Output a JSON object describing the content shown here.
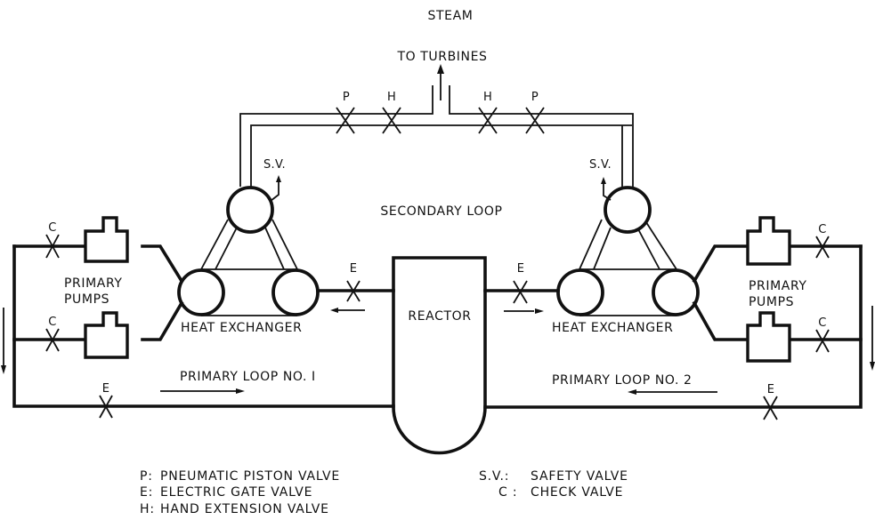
{
  "diagram": {
    "type": "nuclear-reactor-coolant-schematic",
    "labels": {
      "steam_line1": "STEAM",
      "steam_line2": "TO TURBINES",
      "secondary_loop": "SECONDARY LOOP",
      "reactor": "REACTOR",
      "primary_loop_1": "PRIMARY  LOOP  NO. I",
      "primary_loop_2": "PRIMARY  LOOP  NO. 2",
      "heat_exchanger_left": "HEAT  EXCHANGER",
      "heat_exchanger_right": "HEAT  EXCHANGER",
      "primary_pumps_left_line1": "PRIMARY",
      "primary_pumps_left_line2": "PUMPS",
      "primary_pumps_right_line1": "PRIMARY",
      "primary_pumps_right_line2": "PUMPS",
      "sv_left": "S.V.",
      "sv_right": "S.V."
    },
    "valves": [
      {
        "id": "secondary-left-p",
        "code": "P"
      },
      {
        "id": "secondary-left-h",
        "code": "H"
      },
      {
        "id": "secondary-right-h",
        "code": "H"
      },
      {
        "id": "secondary-right-p",
        "code": "P"
      },
      {
        "id": "loop1-reactor-e",
        "code": "E"
      },
      {
        "id": "loop2-reactor-e",
        "code": "E"
      },
      {
        "id": "loop1-pump-top-c",
        "code": "C"
      },
      {
        "id": "loop1-pump-bottom-c",
        "code": "C"
      },
      {
        "id": "loop2-pump-top-c",
        "code": "C"
      },
      {
        "id": "loop2-pump-bottom-c",
        "code": "C"
      },
      {
        "id": "loop1-return-e",
        "code": "E"
      },
      {
        "id": "loop2-return-e",
        "code": "E"
      }
    ],
    "legend": [
      {
        "code": "P:",
        "text": "PNEUMATIC PISTON VALVE"
      },
      {
        "code": "E:",
        "text": "ELECTRIC GATE VALVE"
      },
      {
        "code": "H:",
        "text": "HAND EXTENSION VALVE"
      },
      {
        "code": "S.V.:",
        "text": "SAFETY VALVE"
      },
      {
        "code": "C :",
        "text": "CHECK VALVE"
      }
    ]
  }
}
